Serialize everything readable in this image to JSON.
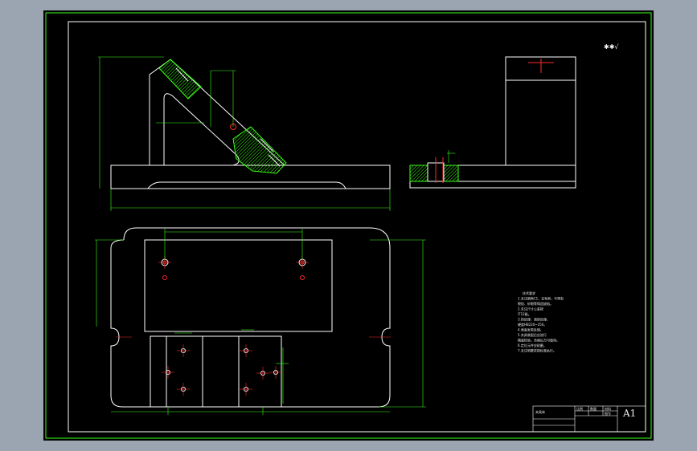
{
  "drawing": {
    "roughness_symbol": "✱✱√",
    "tech_requirements_lines": [
      "技术要求",
      "1.未注倒角C1，去毛刺，不得有",
      "裂纹、砂眼等铸造缺陷。",
      "2.未注尺寸公差按",
      "IT12级。",
      "3.热处理：调质处理，",
      "硬度HB220~250。",
      "4.表面发黑处理。",
      "5.夹具装配后应进行",
      "精度检验，合格后方可使用。",
      "6.定位元件应耐磨。",
      "7.未注明要求按标准执行。"
    ],
    "title_block": {
      "name": "夹具体",
      "cells": [
        "比例",
        "数量",
        "材料",
        "图号"
      ],
      "sheet_size": "A1"
    }
  },
  "colors": {
    "background": "#000000",
    "frame": "#39ff14",
    "outline": "#ffffff",
    "dimension": "#39ff14",
    "centerline": "#ff2a2a",
    "hatch": "#39ff14"
  }
}
